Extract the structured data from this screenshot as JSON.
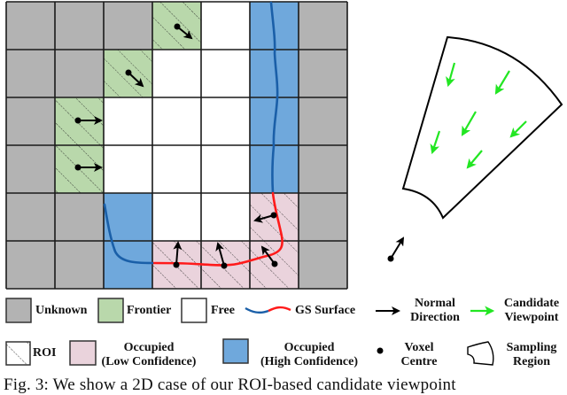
{
  "colors": {
    "unknown": "#b3b3b3",
    "frontier": "#b9d8ab",
    "free": "#ffffff",
    "occupied_low": "#ead3dc",
    "occupied_high": "#6fa8dc",
    "gs_surface_high": "#1a5fa8",
    "gs_surface_low": "#ff1a1a",
    "normal": "#000000",
    "candidate": "#22e622"
  },
  "grid": {
    "cols": 7,
    "rows": 6,
    "cells": [
      [
        "unknown",
        "unknown",
        "unknown",
        "frontier",
        "free",
        "occupied_high",
        "unknown"
      ],
      [
        "unknown",
        "unknown",
        "frontier",
        "free",
        "free",
        "occupied_high",
        "unknown"
      ],
      [
        "unknown",
        "frontier",
        "free",
        "free",
        "free",
        "occupied_high",
        "unknown"
      ],
      [
        "unknown",
        "frontier",
        "free",
        "free",
        "free",
        "occupied_high",
        "unknown"
      ],
      [
        "unknown",
        "unknown",
        "occupied_high",
        "free",
        "free",
        "occupied_low",
        "unknown"
      ],
      [
        "unknown",
        "unknown",
        "occupied_high",
        "occupied_low",
        "occupied_low",
        "occupied_low",
        "unknown"
      ]
    ],
    "roi_cells": [
      [
        0,
        3
      ],
      [
        1,
        2
      ],
      [
        2,
        1
      ],
      [
        3,
        1
      ],
      [
        4,
        5
      ],
      [
        5,
        3
      ],
      [
        5,
        4
      ],
      [
        5,
        5
      ]
    ]
  },
  "legend": {
    "unknown": "Unknown",
    "frontier": "Frontier",
    "free": "Free",
    "gs_surface": "GS Surface",
    "normal_direction": [
      "Normal",
      "Direction"
    ],
    "candidate_viewpoint": [
      "Candidate",
      "Viewpoint"
    ],
    "roi": "ROI",
    "occupied_low": [
      "Occupied",
      "(Low Confidence)"
    ],
    "occupied_high": [
      "Occupied",
      "(High Confidence)"
    ],
    "voxel_centre": [
      "Voxel",
      "Centre"
    ],
    "sampling_region": [
      "Sampling",
      "Region"
    ]
  },
  "caption": "Fig. 3: We show a 2D case of our ROI-based candidate viewpoint"
}
